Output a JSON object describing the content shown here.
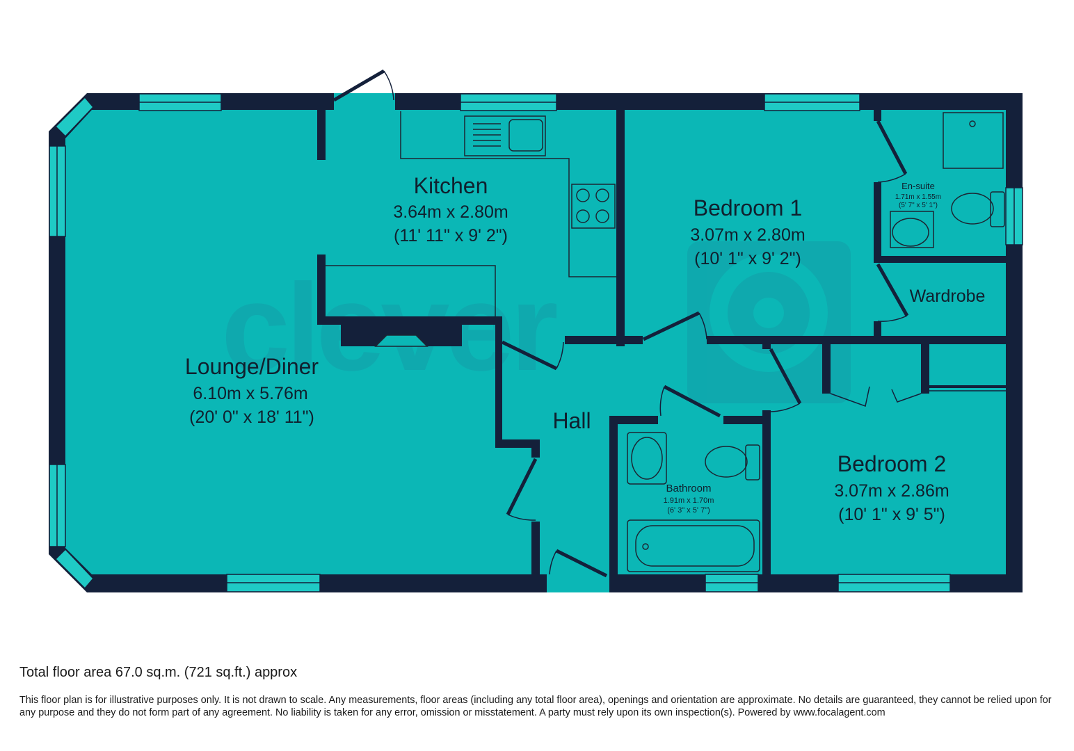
{
  "colors": {
    "floor": "#0bb7b6",
    "wall": "#14203a",
    "window": "#1fcac5",
    "fixture_line": "#1c2633",
    "watermark": "#139fa8"
  },
  "watermark": {
    "text": "clever"
  },
  "rooms": {
    "lounge": {
      "name": "Lounge/Diner",
      "metric": "6.10m x 5.76m",
      "imperial": "(20' 0\" x 18' 11\")"
    },
    "kitchen": {
      "name": "Kitchen",
      "metric": "3.64m x 2.80m",
      "imperial": "(11' 11\" x 9' 2\")"
    },
    "bedroom1": {
      "name": "Bedroom 1",
      "metric": "3.07m x 2.80m",
      "imperial": "(10' 1\" x 9' 2\")"
    },
    "ensuite": {
      "name": "En-suite",
      "metric": "1.71m x 1.55m",
      "imperial": "(5' 7\" x 5' 1\")"
    },
    "wardrobe": {
      "name": "Wardrobe"
    },
    "hall": {
      "name": "Hall"
    },
    "bathroom": {
      "name": "Bathroom",
      "metric": "1.91m x 1.70m",
      "imperial": "(6' 3\" x 5' 7\")"
    },
    "bedroom2": {
      "name": "Bedroom 2",
      "metric": "3.07m x 2.86m",
      "imperial": "(10' 1\" x 9' 5\")"
    }
  },
  "footer": {
    "total_area": "Total floor area 67.0 sq.m. (721 sq.ft.) approx",
    "disclaimer": "This floor plan is for illustrative purposes only. It is not drawn to scale. Any measurements, floor areas (including any total floor area), openings and orientation are approximate. No details are guaranteed, they cannot be relied upon for any purpose and they do not form part of any agreement. No liability is taken for any error, omission or misstatement. A party must rely upon its own inspection(s). Powered by www.focalagent.com"
  }
}
